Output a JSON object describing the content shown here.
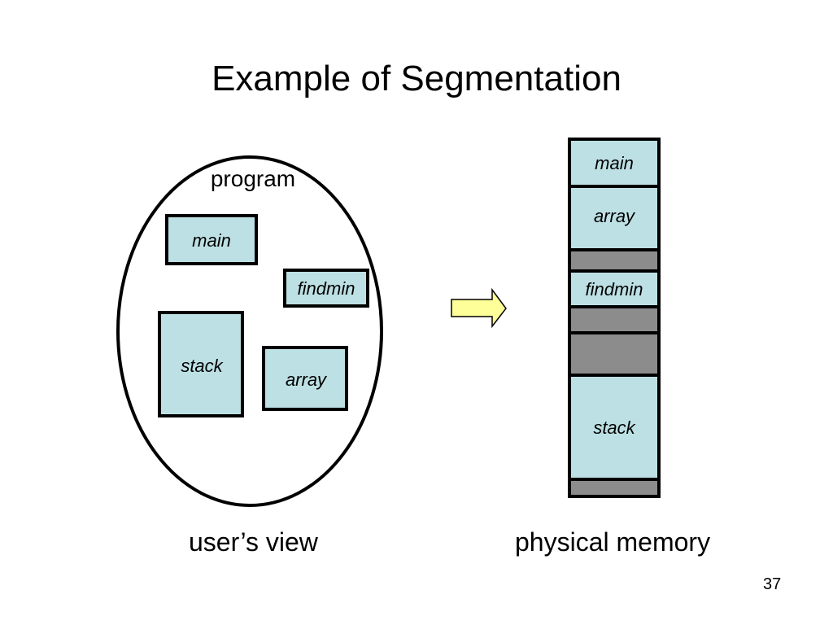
{
  "slide": {
    "title": "Example of Segmentation",
    "page_number": "37"
  },
  "user_view": {
    "container_label": "program",
    "caption": "user’s view",
    "segments": [
      {
        "name": "main"
      },
      {
        "name": "findmin"
      },
      {
        "name": "stack"
      },
      {
        "name": "array"
      }
    ]
  },
  "physical_memory": {
    "caption": "physical memory",
    "blocks": [
      {
        "kind": "segment",
        "label": "main"
      },
      {
        "kind": "segment",
        "label": "array"
      },
      {
        "kind": "free",
        "label": ""
      },
      {
        "kind": "segment",
        "label": "findmin"
      },
      {
        "kind": "free",
        "label": ""
      },
      {
        "kind": "free",
        "label": ""
      },
      {
        "kind": "segment",
        "label": "stack"
      },
      {
        "kind": "free",
        "label": ""
      }
    ]
  },
  "colors": {
    "segment_fill": "#bde0e4",
    "free_fill": "#8c8c8c",
    "arrow_fill": "#ffff99",
    "outline": "#000000"
  }
}
